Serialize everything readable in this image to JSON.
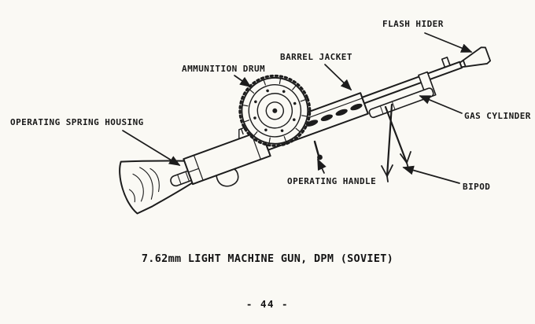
{
  "document": {
    "caption": "7.62mm LIGHT MACHINE GUN, DPM (SOVIET)",
    "page_number": "- 44 -"
  },
  "diagram": {
    "labels": {
      "flash_hider": "FLASH HIDER",
      "barrel_jacket": "BARREL JACKET",
      "ammunition_drum": "AMMUNITION DRUM",
      "operating_spring_housing": "OPERATING SPRING HOUSING",
      "gas_cylinder": "GAS CYLINDER",
      "operating_handle": "OPERATING HANDLE",
      "bipod": "BIPOD"
    },
    "colors": {
      "ink": "#1c1c1c",
      "paper": "#faf9f4"
    }
  }
}
